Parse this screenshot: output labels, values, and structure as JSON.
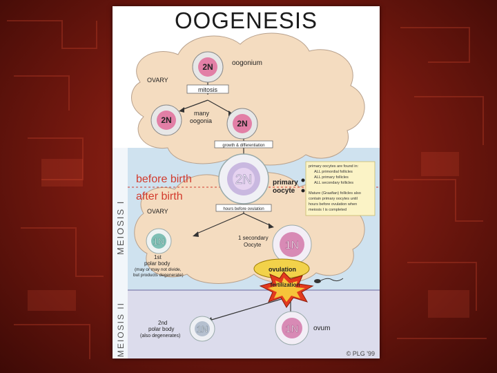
{
  "title": "OOGENESIS",
  "sections": {
    "meiosis1": "MEIOSIS I",
    "meiosis2": "MEIOSIS II"
  },
  "ovary_label_top": "OVARY",
  "ovary_label_mid": "OVARY",
  "cells": {
    "oogonium": {
      "ploidy": "2N",
      "label": "oogonium"
    },
    "oogonia_left": {
      "ploidy": "2N"
    },
    "oogonia_right": {
      "ploidy": "2N"
    },
    "primary_oocyte": {
      "ploidy": "2N",
      "label_line1": "primary",
      "label_line2": "oocyte"
    },
    "polar_body_1": {
      "ploidy": "1N"
    },
    "secondary_oocyte": {
      "ploidy": "1N"
    },
    "polar_body_2": {
      "ploidy": "1N"
    },
    "ovum": {
      "ploidy": "1N",
      "label": "ovum"
    }
  },
  "labels": {
    "mitosis": "mitosis",
    "many_oogonia_1": "many",
    "many_oogonia_2": "oogonia",
    "growth": "growth & differentiation",
    "before_birth": "before birth",
    "after_birth": "after birth",
    "hours_before": "hours before ovulation",
    "secondary_line1": "1 secondary",
    "secondary_line2": "Oocyte",
    "polar1_line1": "1st",
    "polar1_line2": "polar body",
    "polar1_line3": "(may or may not divide,",
    "polar1_line4": "but products degenerate)",
    "ovulation": "ovulation",
    "fertilization": "fertilization",
    "polar2_line1": "2nd",
    "polar2_line2": "polar body",
    "polar2_line3": "(also degenerates)",
    "copyright": "© PLG '99"
  },
  "notes": {
    "note1_line1": "primary oocytes are found in:",
    "note1_line2": "ALL primordial follicles",
    "note1_line3": "ALL primary follicles",
    "note1_line4": "ALL secondary follicles",
    "note2_line1": "Mature (Graafian) follicles also",
    "note2_line2": "contain primary oocytes until",
    "note2_line3": "hours before ovulation when",
    "note2_line4": "meiosis I is completed"
  },
  "colors": {
    "background_red": "#7a1a10",
    "cloud_fill": "#f4dcc0",
    "cell_pink": "#e27fa6",
    "meiosis_band": "#cfe2ef",
    "meiosis2_band": "#dcdcec",
    "before_after_red": "#d23a2c",
    "ovulation_yellow": "#f2d24a",
    "fertilization_red": "#e23a1e"
  }
}
